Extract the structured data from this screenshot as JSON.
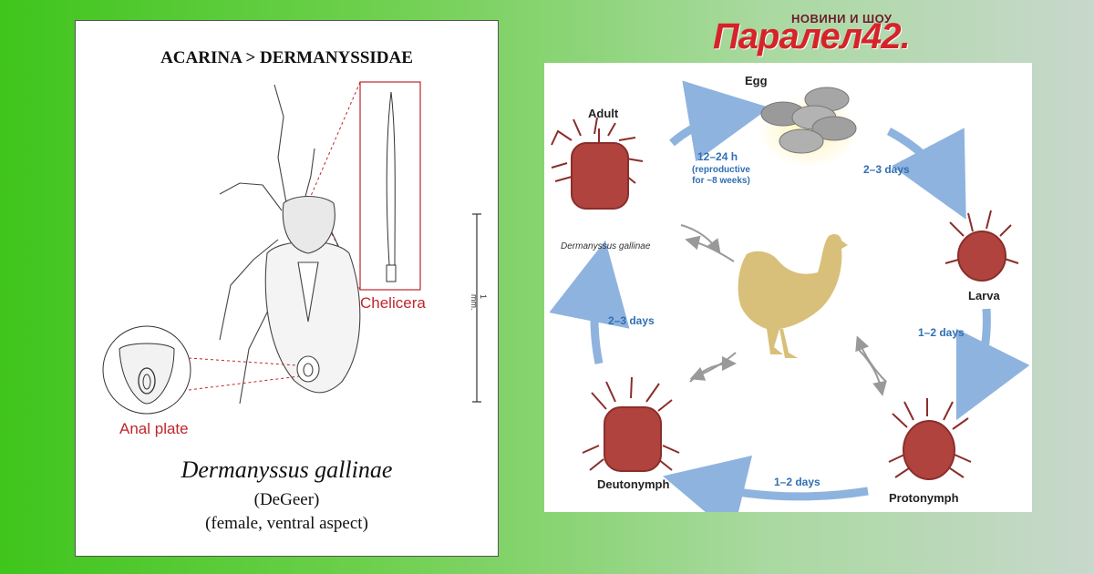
{
  "logo": {
    "prefix": "НОВИНИ И ШОУ",
    "name": "Паралел42."
  },
  "left_panel": {
    "header": "ACARINA > DERMANYSSIDAE",
    "chelicera_label": "Chelicera",
    "anal_plate_label": "Anal plate",
    "scale_label": "1 mm.",
    "species": "Dermanyssus gallinae",
    "author": "(DeGeer)",
    "aspect": "(female, ventral aspect)"
  },
  "life_cycle": {
    "stages": {
      "egg": "Egg",
      "adult": "Adult",
      "larva": "Larva",
      "protonymph": "Protonymph",
      "deutonymph": "Deutonymph"
    },
    "durations": {
      "adult_to_egg": "12–24 h",
      "adult_to_egg_note_1": "(reproductive",
      "adult_to_egg_note_2": "for ~8 weeks)",
      "egg_to_larva": "2–3 days",
      "larva_to_protonymph": "1–2 days",
      "protonymph_to_deutonymph": "1–2 days",
      "deutonymph_to_adult": "2–3 days"
    },
    "adult_species_caption": "Dermanyssus gallinae"
  },
  "colors": {
    "mite_body": "#b0433d",
    "mite_dark": "#8a2e2b",
    "arrow_blue": "#8fb3df",
    "hen": "#d8c07a",
    "accent_red": "#c0262b"
  }
}
